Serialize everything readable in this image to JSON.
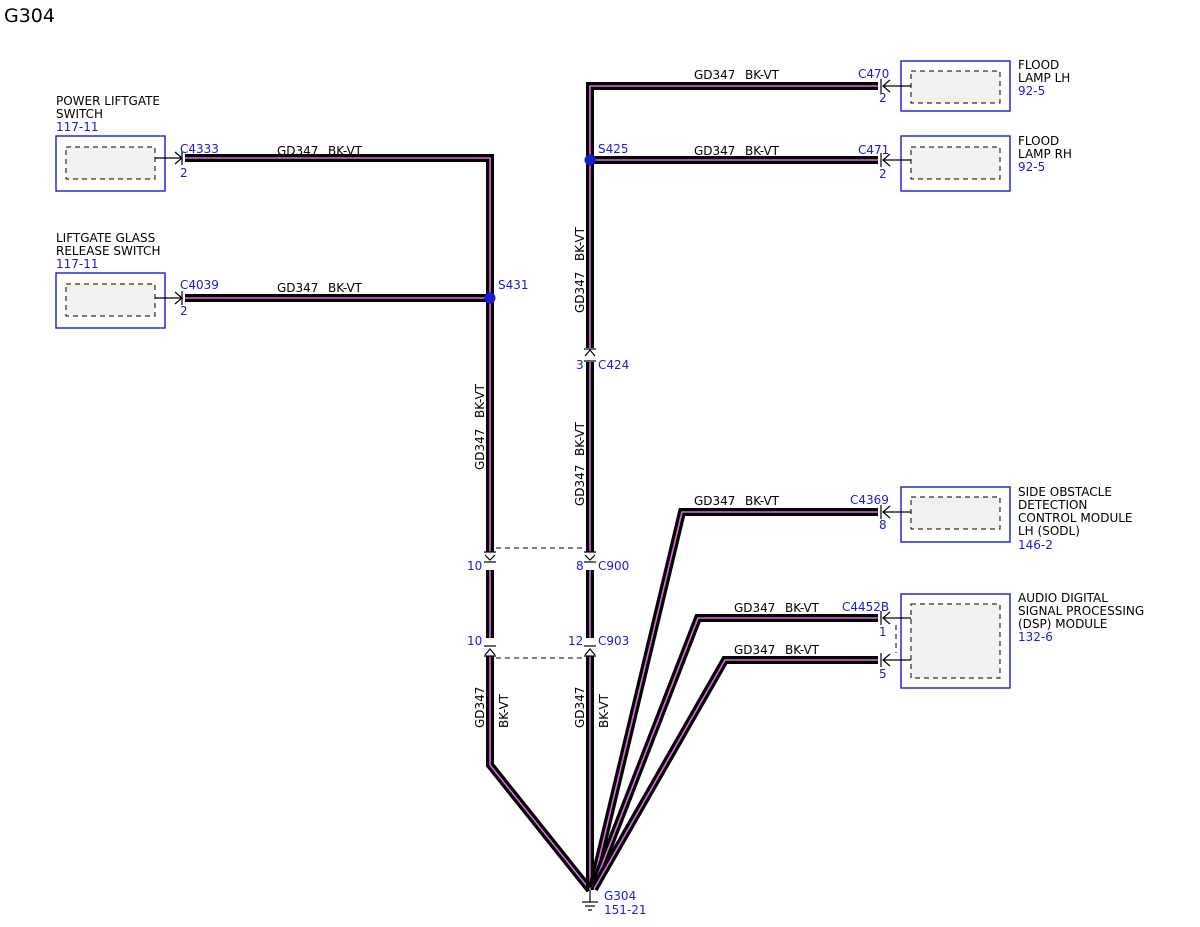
{
  "title": "G304",
  "wire": {
    "circuit": "GD347",
    "color": "BK-VT"
  },
  "components": {
    "power_liftgate_switch": {
      "name_line1": "POWER LIFTGATE",
      "name_line2": "SWITCH",
      "ref": "117-11",
      "connector": "C4333",
      "pin": "2"
    },
    "liftgate_glass_release_switch": {
      "name_line1": "LIFTGATE GLASS",
      "name_line2": "RELEASE SWITCH",
      "ref": "117-11",
      "connector": "C4039",
      "pin": "2"
    },
    "flood_lamp_lh": {
      "name_line1": "FLOOD",
      "name_line2": "LAMP LH",
      "ref": "92-5",
      "connector": "C470",
      "pin": "2"
    },
    "flood_lamp_rh": {
      "name_line1": "FLOOD",
      "name_line2": "LAMP RH",
      "ref": "92-5",
      "connector": "C471",
      "pin": "2"
    },
    "sodl": {
      "name_line1": "SIDE OBSTACLE",
      "name_line2": "DETECTION",
      "name_line3": "CONTROL MODULE",
      "name_line4": "LH (SODL)",
      "ref": "146-2",
      "connector": "C4369",
      "pin": "8"
    },
    "dsp": {
      "name_line1": "AUDIO DIGITAL",
      "name_line2": "SIGNAL PROCESSING",
      "name_line3": "(DSP) MODULE",
      "ref": "132-6",
      "connector": "C4452B",
      "pin_a": "1",
      "pin_b": "5"
    }
  },
  "splices": {
    "s431": "S431",
    "s425": "S425"
  },
  "inline_connectors": {
    "c424": {
      "name": "C424",
      "pin": "3"
    },
    "c900": {
      "name": "C900",
      "pin_left": "10",
      "pin_right": "8"
    },
    "c903": {
      "name": "C903",
      "pin_left": "10",
      "pin_right": "12"
    }
  },
  "ground": {
    "name": "G304",
    "ref": "151-21"
  },
  "colors": {
    "label_blue": "#1a1ad6",
    "wire_stripe": "#d86fd8",
    "splice_fill": "#1a1ad6"
  }
}
